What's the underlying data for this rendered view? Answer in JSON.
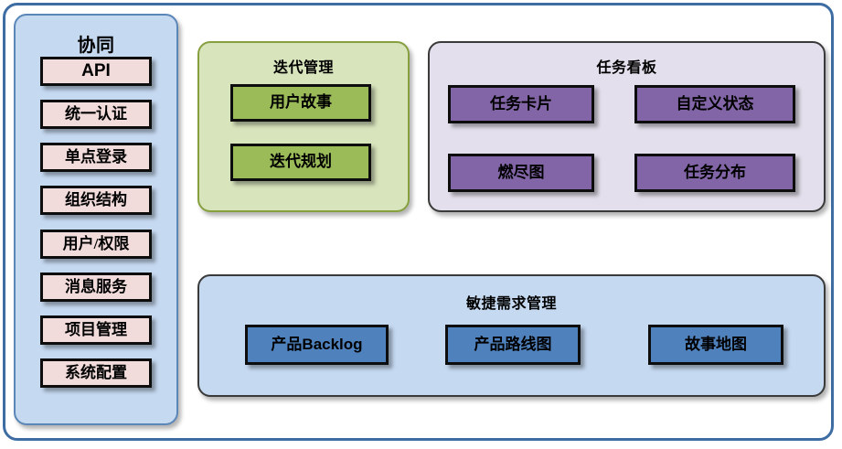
{
  "diagram": {
    "groups": {
      "collaboration": {
        "title": "协同",
        "items": [
          {
            "label": "API"
          },
          {
            "label": "统一认证"
          },
          {
            "label": "单点登录"
          },
          {
            "label": "组织结构"
          },
          {
            "label": "用户/权限"
          },
          {
            "label": "消息服务"
          },
          {
            "label": "项目管理"
          },
          {
            "label": "系统配置"
          }
        ]
      },
      "iteration": {
        "title": "迭代管理",
        "items": [
          {
            "label": "用户故事"
          },
          {
            "label": "迭代规划"
          }
        ]
      },
      "taskboard": {
        "title": "任务看板",
        "items": [
          {
            "label": "任务卡片"
          },
          {
            "label": "自定义状态"
          },
          {
            "label": "燃尽图"
          },
          {
            "label": "任务分布"
          }
        ]
      },
      "agile": {
        "title": "敏捷需求管理",
        "items": [
          {
            "label": "产品Backlog"
          },
          {
            "label": "产品路线图"
          },
          {
            "label": "故事地图"
          }
        ]
      }
    },
    "colors": {
      "outer_border": "#3e6da3",
      "collaboration_bg": "#c5d9f1",
      "collaboration_border": "#5b86b8",
      "collaboration_item_bg": "#f2dcdb",
      "iteration_bg": "#d8e4bc",
      "iteration_border": "#87a03f",
      "iteration_item_bg": "#9bbb59",
      "taskboard_bg": "#e4dfec",
      "taskboard_border": "#3a3a3a",
      "taskboard_item_bg": "#8265a6",
      "agile_bg": "#c5d9f1",
      "agile_border": "#3a3a3a",
      "agile_item_bg": "#4f81bd",
      "node_border": "#0d0d0d"
    }
  }
}
